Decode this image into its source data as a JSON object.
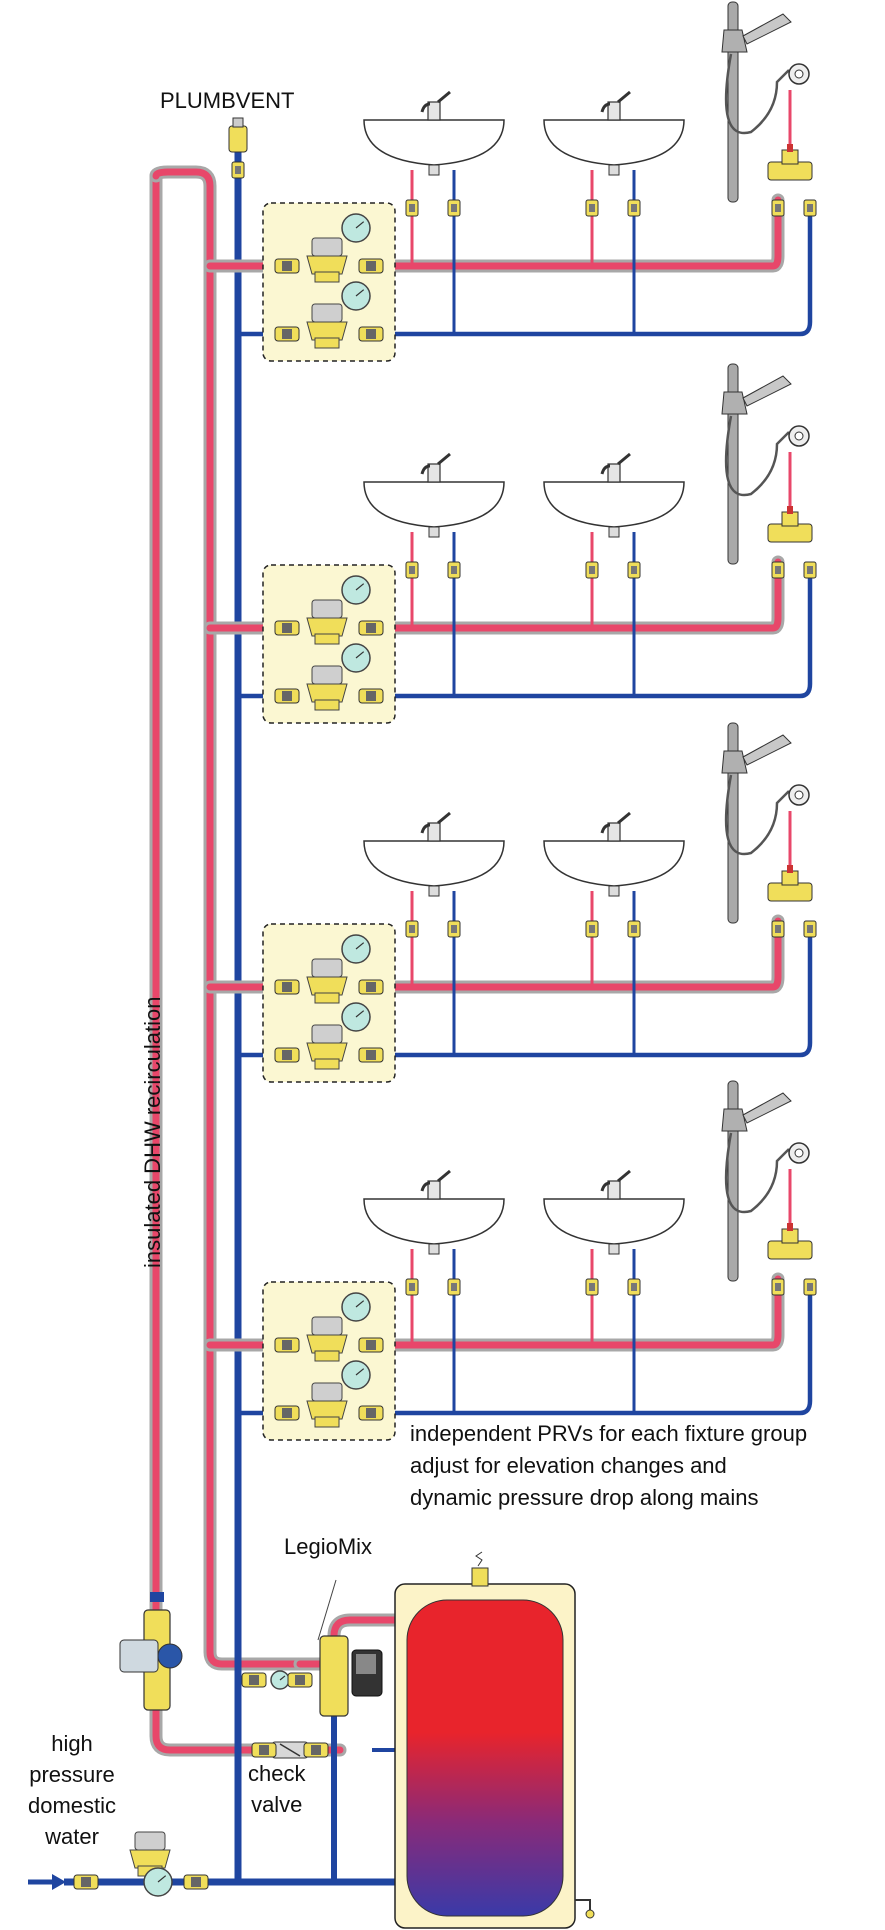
{
  "labels": {
    "plumbvent": "PLUMBVENT",
    "recirculation": "insulated DHW recirculation",
    "prv_note": [
      "independent PRVs for each fixture group",
      "adjust for elevation changes and",
      "dynamic pressure drop along mains"
    ],
    "legiomix": "LegioMix",
    "check_valve": [
      "check",
      "valve"
    ],
    "high_pressure": [
      "high",
      "pressure",
      "domestic",
      "water"
    ]
  },
  "colors": {
    "hot_pipe": "#e8476a",
    "insulation": "#a8a8a8",
    "cold_pipe": "#1f45a0",
    "prv_box": "#fbf7d2",
    "valve_brass": "#f0de5a",
    "gauge": "#bfe8e0",
    "tank_hot": "#e8242c",
    "tank_cold": "#3a3aa8",
    "tank_jacket": "#fcf3c8",
    "fixture": "#ffffff"
  },
  "floors": 4,
  "fixtures_per_floor": [
    "sink",
    "sink",
    "shower"
  ]
}
